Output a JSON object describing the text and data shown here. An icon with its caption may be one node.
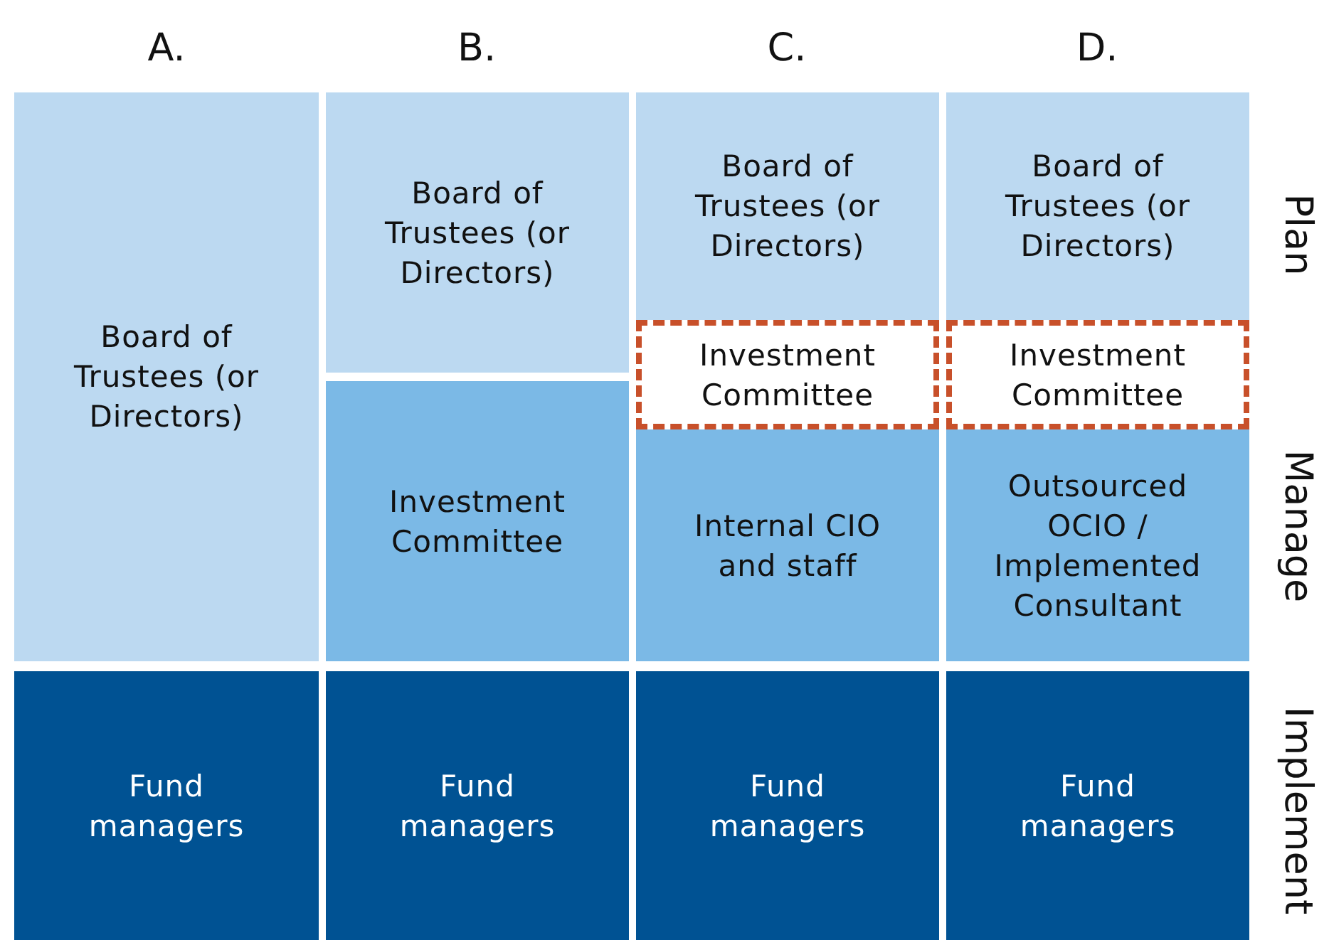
{
  "diagram": {
    "nodes": [
      {
        "text": [
          "Board of Trustees (or Directors)"
        ]
      },
      {
        "text": [
          "Board of Trustees (or Directors)"
        ]
      },
      {
        "text": [
          "Board of Trustees (or Directors)"
        ]
      },
      {
        "text": [
          "Board of Trustees (or Directors)"
        ]
      },
      {
        "text": [
          "Investment Committee"
        ]
      },
      {
        "text": [
          "Investment Committee"
        ]
      },
      {
        "text": [
          "Investment Committee"
        ]
      },
      {
        "text": [
          "Internal CIO and staff"
        ]
      },
      {
        "text": [
          "Outsourced OCIO / Implemented Consultant"
        ]
      },
      {
        "text": [
          "Fund managers"
        ]
      },
      {
        "text": [
          "Fund managers"
        ]
      },
      {
        "text": [
          "Fund managers"
        ]
      },
      {
        "text": [
          "Fund managers"
        ]
      }
    ],
    "labels": [
      "A.",
      "B.",
      "C.",
      "D.",
      "Plan",
      "Manage",
      "Implement"
    ]
  }
}
